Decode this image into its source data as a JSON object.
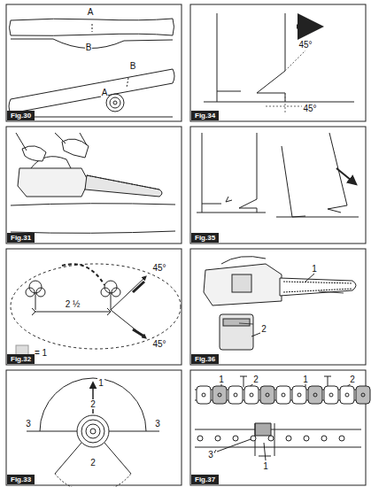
{
  "diagram": {
    "labels": [
      "A",
      "B",
      "B",
      "A",
      "Fig.30",
      "Fig.31",
      "45°",
      "2 ½",
      "45°",
      "= 1",
      "Fig.32",
      "1",
      "2",
      "3",
      "3",
      "2",
      "Fig.33",
      "45°",
      "45°",
      "Fig.34",
      "Fig.35",
      "1",
      "2",
      "Fig.36",
      "1",
      "2",
      "1",
      "2",
      "3",
      "1",
      "Fig.37"
    ]
  }
}
